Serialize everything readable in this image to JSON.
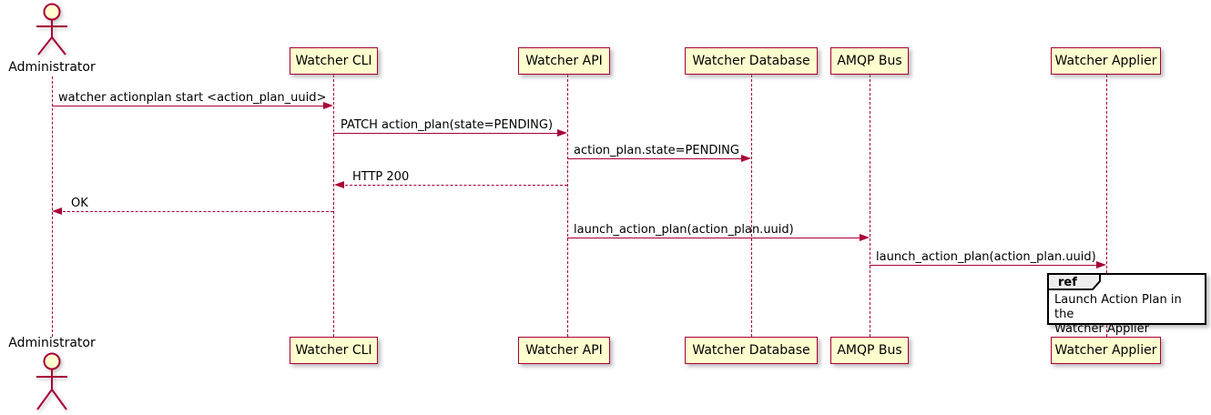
{
  "colors": {
    "accent": "#A80036",
    "participant_fill": "#FEFECE",
    "ref_header_fill": "#EEEEEE",
    "text": "#000000",
    "background": "#FFFFFF"
  },
  "actor": {
    "label": "Administrator"
  },
  "participants": [
    {
      "label": "Watcher CLI"
    },
    {
      "label": "Watcher API"
    },
    {
      "label": "Watcher Database"
    },
    {
      "label": "AMQP Bus"
    },
    {
      "label": "Watcher Applier"
    }
  ],
  "messages": [
    {
      "from": "Administrator",
      "to": "Watcher CLI",
      "label": "watcher actionplan start <action_plan_uuid>",
      "line": "solid",
      "direction": "right"
    },
    {
      "from": "Watcher CLI",
      "to": "Watcher API",
      "label": "PATCH action_plan(state=PENDING)",
      "line": "solid",
      "direction": "right"
    },
    {
      "from": "Watcher API",
      "to": "Watcher Database",
      "label": "action_plan.state=PENDING",
      "line": "solid",
      "direction": "right"
    },
    {
      "from": "Watcher API",
      "to": "Watcher CLI",
      "label": "HTTP 200",
      "line": "dashed",
      "direction": "left"
    },
    {
      "from": "Watcher CLI",
      "to": "Administrator",
      "label": "OK",
      "line": "dashed",
      "direction": "left"
    },
    {
      "from": "Watcher API",
      "to": "AMQP Bus",
      "label": "launch_action_plan(action_plan.uuid)",
      "line": "solid",
      "direction": "right"
    },
    {
      "from": "AMQP Bus",
      "to": "Watcher Applier",
      "label": "launch_action_plan(action_plan.uuid)",
      "line": "solid",
      "direction": "right"
    }
  ],
  "ref": {
    "keyword": "ref",
    "text": "Launch Action Plan in the\nWatcher Applier",
    "over": "Watcher Applier"
  }
}
